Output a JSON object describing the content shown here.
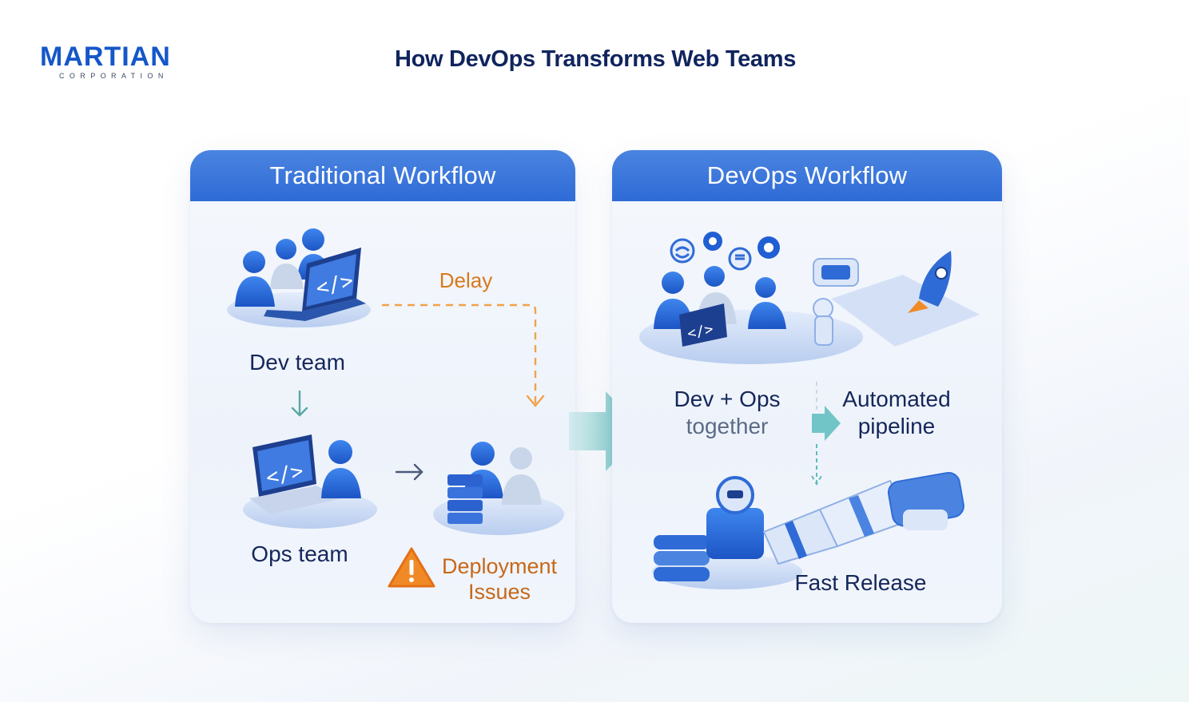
{
  "brand": {
    "name": "MARTIAN",
    "subtitle": "CORPORATION"
  },
  "title": "How DevOps Transforms Web Teams",
  "colors": {
    "primary": "#2f6bd6",
    "navy": "#10245e",
    "orange": "#d9781e",
    "teal": "#5cbcbc"
  },
  "traditional": {
    "header": "Traditional Workflow",
    "dev_label": "Dev team",
    "ops_label": "Ops team",
    "delay_label": "Delay",
    "issues_line1": "Deployment",
    "issues_line2": "Issues"
  },
  "devops": {
    "header": "DevOps Workflow",
    "together_line1": "Dev + Ops",
    "together_line2": "together",
    "pipeline_line1": "Automated",
    "pipeline_line2": "pipeline",
    "release_label": "Fast Release"
  }
}
